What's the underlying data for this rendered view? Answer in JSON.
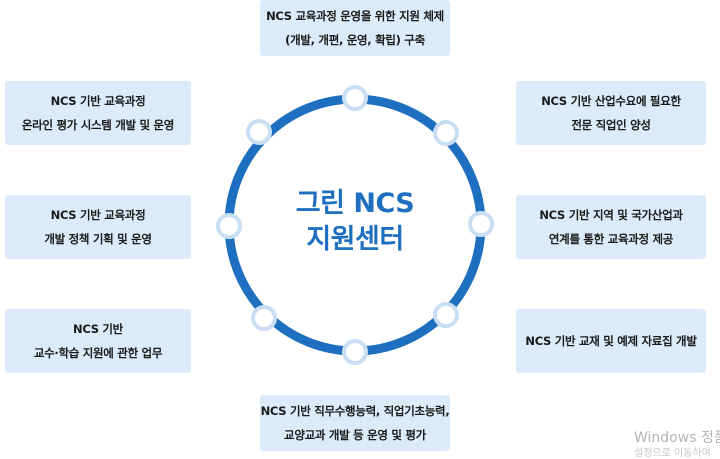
{
  "center": {
    "line1": "그린 NCS",
    "line2": "지원센터"
  },
  "boxes": {
    "top": {
      "line1": "NCS 교육과정 운영을 위한 지원 체제",
      "line2": "(개발, 개편, 운영, 확립) 구축"
    },
    "upper_left": {
      "line1": "NCS 기반 교육과정",
      "line2": "온라인 평가 시스템 개발 및 운영"
    },
    "upper_right": {
      "line1": "NCS 기반 산업수요에 필요한",
      "line2": "전문 직업인 양성"
    },
    "middle_left": {
      "line1": "NCS 기반 교육과정",
      "line2": "개발 정책 기획 및 운영"
    },
    "middle_right": {
      "line1": "NCS 기반 지역 및 국가산업과",
      "line2": "연계를 통한 교육과정 제공"
    },
    "lower_left": {
      "line1": "NCS 기반",
      "line2": "교수·학습 지원에 관한 업무"
    },
    "lower_right": {
      "line1": "NCS 기반 교재 및 예제 자료집 개발"
    },
    "bottom": {
      "line1": "NCS 기반 직무수행능력, 직업기초능력,",
      "line2": "교양교과 개발 등 운영 및 평가"
    }
  },
  "watermark": {
    "line1": "Windows 정품",
    "line2": "설정으로 이동하여"
  },
  "colors": {
    "ring": "#1e6fc0",
    "node_fill": "#ffffff",
    "node_stroke": "#c9def2",
    "box_bg": "#dcebf9",
    "center_text": "#1e6fc0"
  }
}
